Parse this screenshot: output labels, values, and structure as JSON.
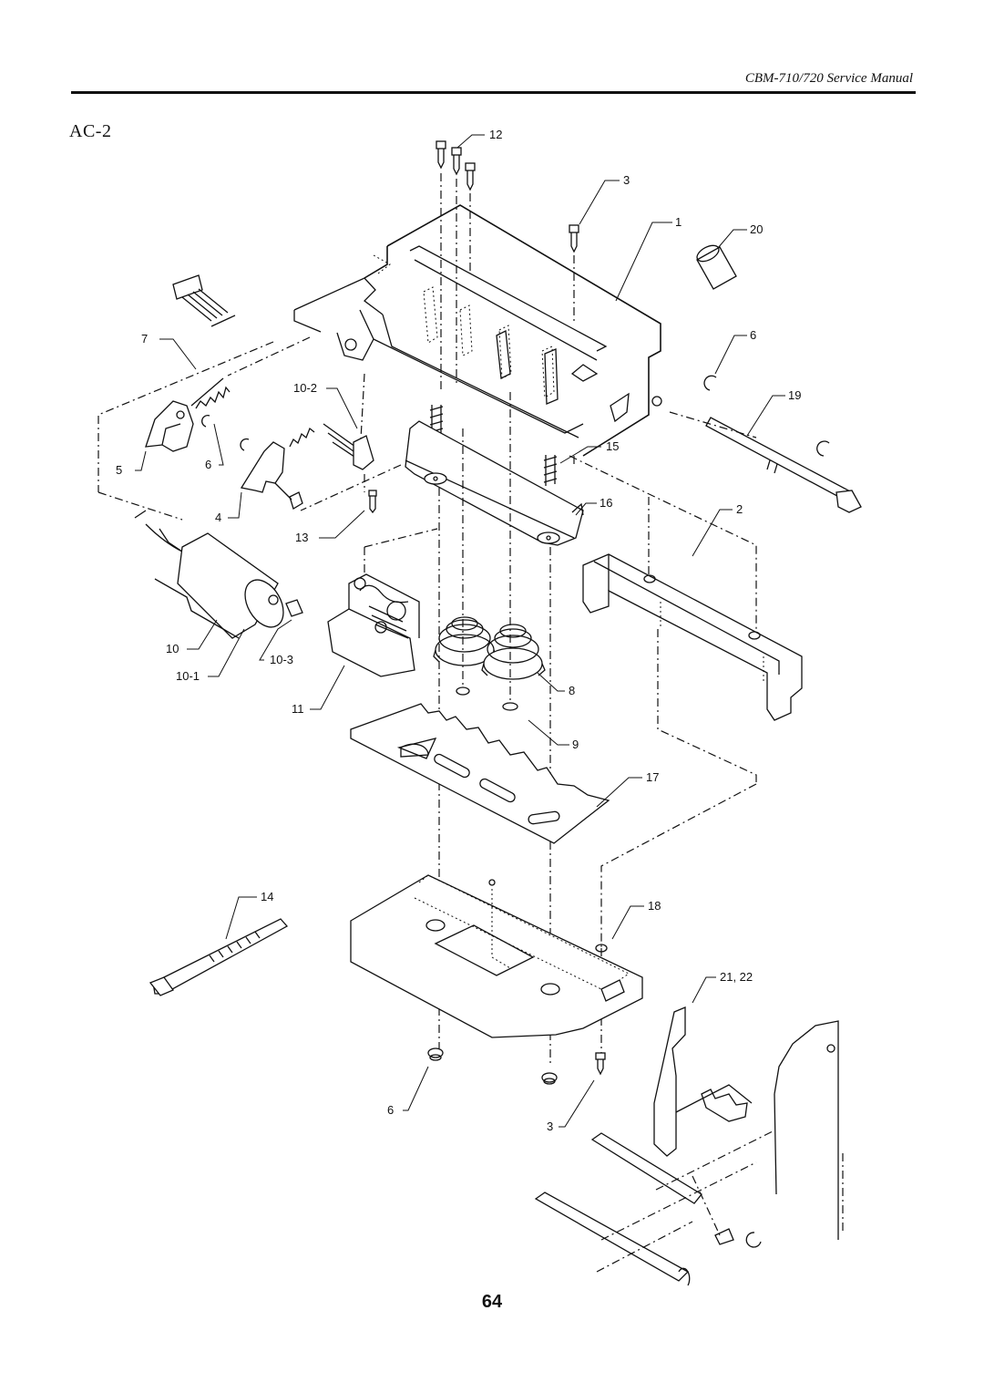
{
  "header": {
    "title": "CBM-710/720 Service Manual"
  },
  "section": {
    "label": "AC-2"
  },
  "callouts": {
    "c12": "12",
    "c3_top": "3",
    "c1": "1",
    "c20": "20",
    "c6_right": "6",
    "c19": "19",
    "c7": "7",
    "c10_2": "10-2",
    "c15": "15",
    "c5": "5",
    "c6_left": "6",
    "c16": "16",
    "c2": "2",
    "c4": "4",
    "c13": "13",
    "c10": "10",
    "c10_3": "10-3",
    "c10_1": "10-1",
    "c8": "8",
    "c11": "11",
    "c9": "9",
    "c17": "17",
    "c14": "14",
    "c18": "18",
    "c21_22": "21, 22",
    "c6_bottom": "6",
    "c3_bottom": "3"
  },
  "footer": {
    "page_number": "64"
  }
}
